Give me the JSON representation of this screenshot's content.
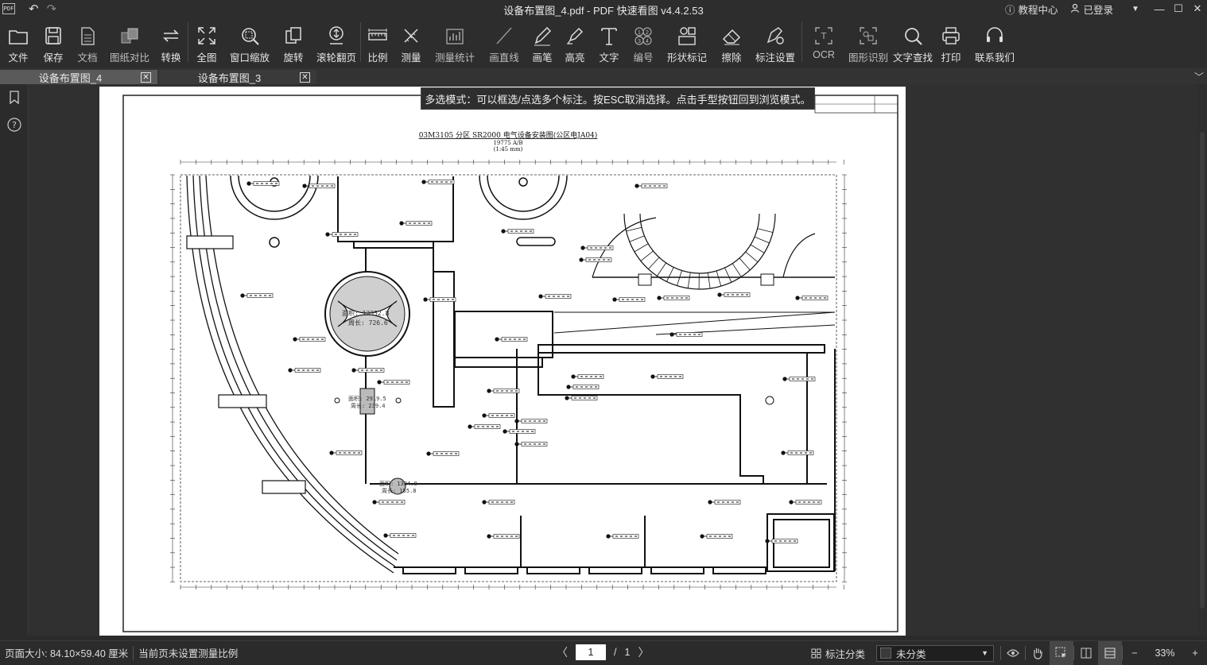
{
  "window": {
    "logo": "PDF",
    "title": "设备布置图_4.pdf - PDF 快速看图 v4.4.2.53",
    "tutorial": "教程中心",
    "login": "已登录"
  },
  "toolbar": [
    {
      "label": "文件",
      "icon": "folder-icon"
    },
    {
      "label": "保存",
      "icon": "save-icon"
    },
    {
      "label": "文档",
      "icon": "document-icon"
    },
    {
      "label": "图纸对比",
      "icon": "compare-icon"
    },
    {
      "label": "转换",
      "icon": "convert-icon"
    },
    {
      "label": "全图",
      "icon": "fullview-icon"
    },
    {
      "label": "窗口缩放",
      "icon": "window-zoom-icon"
    },
    {
      "label": "旋转",
      "icon": "rotate-icon"
    },
    {
      "label": "滚轮翻页",
      "icon": "scroll-page-icon"
    },
    {
      "label": "比例",
      "icon": "scale-icon"
    },
    {
      "label": "测量",
      "icon": "measure-icon"
    },
    {
      "label": "测量统计",
      "icon": "measure-stats-icon"
    },
    {
      "label": "画直线",
      "icon": "line-icon"
    },
    {
      "label": "画笔",
      "icon": "pen-icon"
    },
    {
      "label": "高亮",
      "icon": "highlight-icon"
    },
    {
      "label": "文字",
      "icon": "text-icon"
    },
    {
      "label": "编号",
      "icon": "numbering-icon"
    },
    {
      "label": "形状标记",
      "icon": "shape-mark-icon"
    },
    {
      "label": "擦除",
      "icon": "eraser-icon"
    },
    {
      "label": "标注设置",
      "icon": "annotation-settings-icon"
    },
    {
      "label": "OCR",
      "icon": "ocr-icon"
    },
    {
      "label": "图形识别",
      "icon": "shape-recognize-icon"
    },
    {
      "label": "文字查找",
      "icon": "search-icon"
    },
    {
      "label": "打印",
      "icon": "print-icon"
    },
    {
      "label": "联系我们",
      "icon": "headset-icon"
    }
  ],
  "tabs": [
    {
      "name": "设备布置图_4",
      "active": true
    },
    {
      "name": "设备布置图_3",
      "active": false
    }
  ],
  "tooltip": "多选模式：可以框选/点选多个标注。按ESC取消选择。点击手型按钮回到浏览模式。",
  "drawing": {
    "title": "03M3105 分区 SR2000 电气设备安装图(公区电JA04)",
    "subtitle": "19775 A/B",
    "scale_text": "(1:45 mm)",
    "area_label_1": "面积: 13352.8",
    "perimeter_label_1": "周长: 726.6",
    "area_label_2": "面积: 2919.5",
    "perimeter_label_2": "周长: 239.4",
    "area_label_3": "面积: 1384.8",
    "perimeter_label_3": "周长: 155.8"
  },
  "status": {
    "page_size": "页面大小: 84.10×59.40 厘米",
    "measure_scale": "当前页未设置测量比例",
    "current_page": "1",
    "page_sep": "/",
    "total_pages": "1",
    "annotation_category_label": "标注分类",
    "category_value": "未分类",
    "zoom": "33%"
  }
}
